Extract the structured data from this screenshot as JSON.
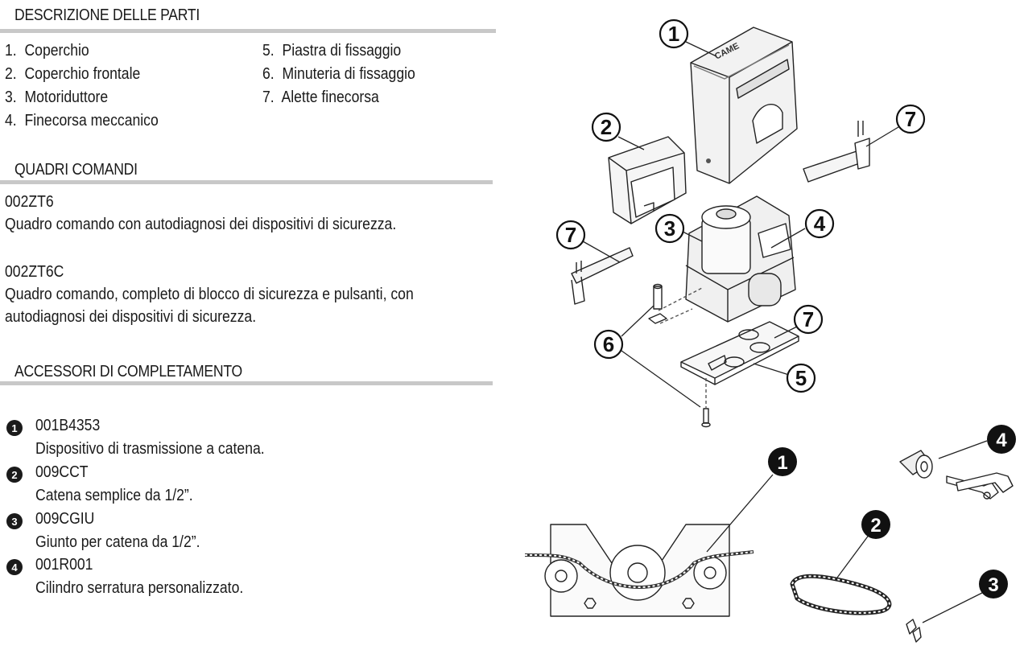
{
  "parts": {
    "title": "DESCRIZIONE DELLE PARTI",
    "items": [
      {
        "num": "1.",
        "label": "Coperchio"
      },
      {
        "num": "2.",
        "label": "Coperchio frontale"
      },
      {
        "num": "3.",
        "label": "Motoriduttore"
      },
      {
        "num": "4.",
        "label": "Finecorsa meccanico"
      },
      {
        "num": "5.",
        "label": "Piastra di fissaggio"
      },
      {
        "num": "6.",
        "label": "Minuteria di fissaggio"
      },
      {
        "num": "7.",
        "label": "Alette finecorsa"
      }
    ]
  },
  "panels": {
    "title": "QUADRI COMANDI",
    "items": [
      {
        "code": "002ZT6",
        "desc": [
          "Quadro comando con autodiagnosi dei dispositivi di sicurezza."
        ]
      },
      {
        "code": "002ZT6C",
        "desc": [
          "Quadro comando, completo di blocco di sicurezza e pulsanti, con",
          "autodiagnosi dei dispositivi di sicurezza."
        ]
      }
    ]
  },
  "accessories": {
    "title": "ACCESSORI DI COMPLETAMENTO",
    "items": [
      {
        "badge": "1",
        "code": "001B4353",
        "desc": "Dispositivo di trasmissione a catena."
      },
      {
        "badge": "2",
        "code": "009CCT",
        "desc": "Catena semplice da 1/2”."
      },
      {
        "badge": "3",
        "code": "009CGIU",
        "desc": "Giunto per catena da 1/2”."
      },
      {
        "badge": "4",
        "code": "001R001",
        "desc": "Cilindro serratura personalizzato."
      }
    ]
  },
  "diagram": {
    "callouts": [
      "1",
      "2",
      "3",
      "4",
      "5",
      "6",
      "7"
    ],
    "cover_logo": "CAME",
    "accessory_badges": [
      "1",
      "2",
      "3",
      "4"
    ]
  }
}
